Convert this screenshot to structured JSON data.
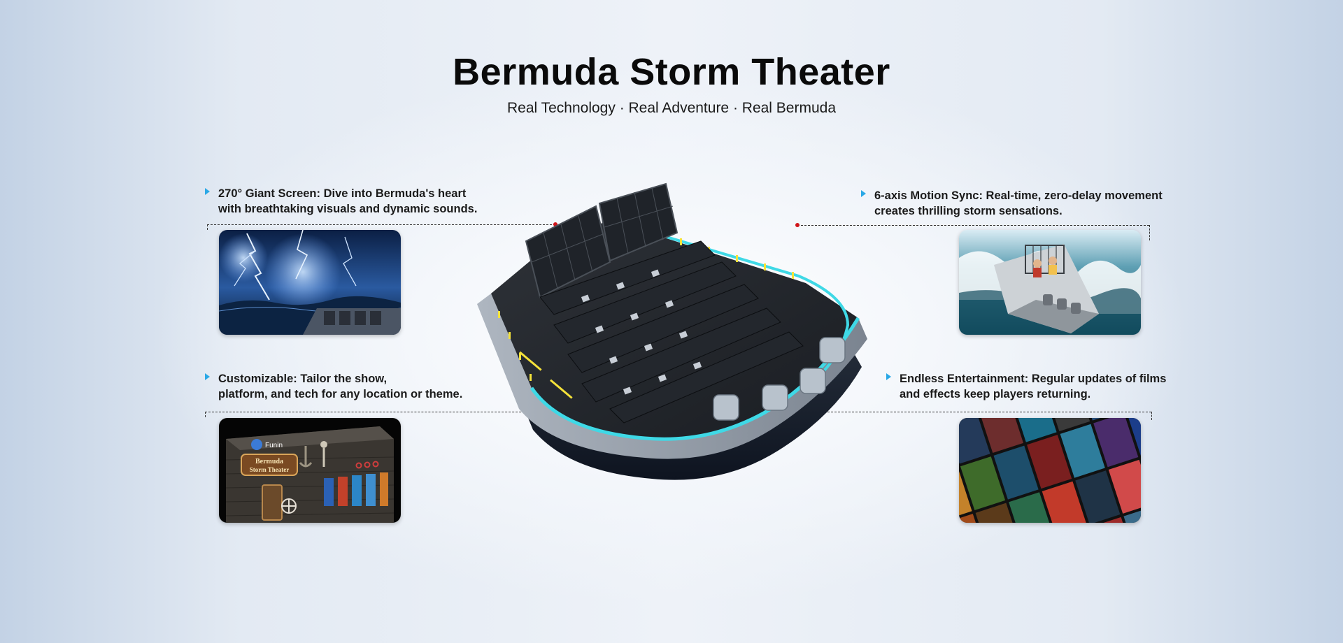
{
  "header": {
    "title": "Bermuda Storm Theater",
    "subtitle": "Real Technology · Real Adventure · Real Bermuda"
  },
  "features": {
    "top_left": {
      "line1": "270° Giant Screen: Dive into Bermuda's heart",
      "line2": "with breathtaking visuals and dynamic sounds."
    },
    "bottom_left": {
      "line1": "Customizable: Tailor the show,",
      "line2": "platform, and tech for any location or theme."
    },
    "top_right": {
      "line1": "6-axis Motion Sync: Real-time, zero-delay movement",
      "line2": "creates thrilling storm sensations."
    },
    "bottom_right": {
      "line1": "Endless Entertainment: Regular updates of films",
      "line2": "and effects keep players returning."
    }
  },
  "images": {
    "storm_screen": "storm-screen-photo",
    "theater_facade": "theater-facade-photo",
    "boat_ride": "boat-ride-photo",
    "film_posters": "film-posters-photo",
    "motion_platform": "boat-motion-platform"
  },
  "facade": {
    "logo": "Funin",
    "sign_line1": "Bermuda",
    "sign_line2": "Storm Theater"
  },
  "colors": {
    "accent_arrow": "#2aa8e6",
    "marker_dot": "#d0151a",
    "boat_glow": "#3fd9e6",
    "boat_lights": "#f5e23a"
  }
}
